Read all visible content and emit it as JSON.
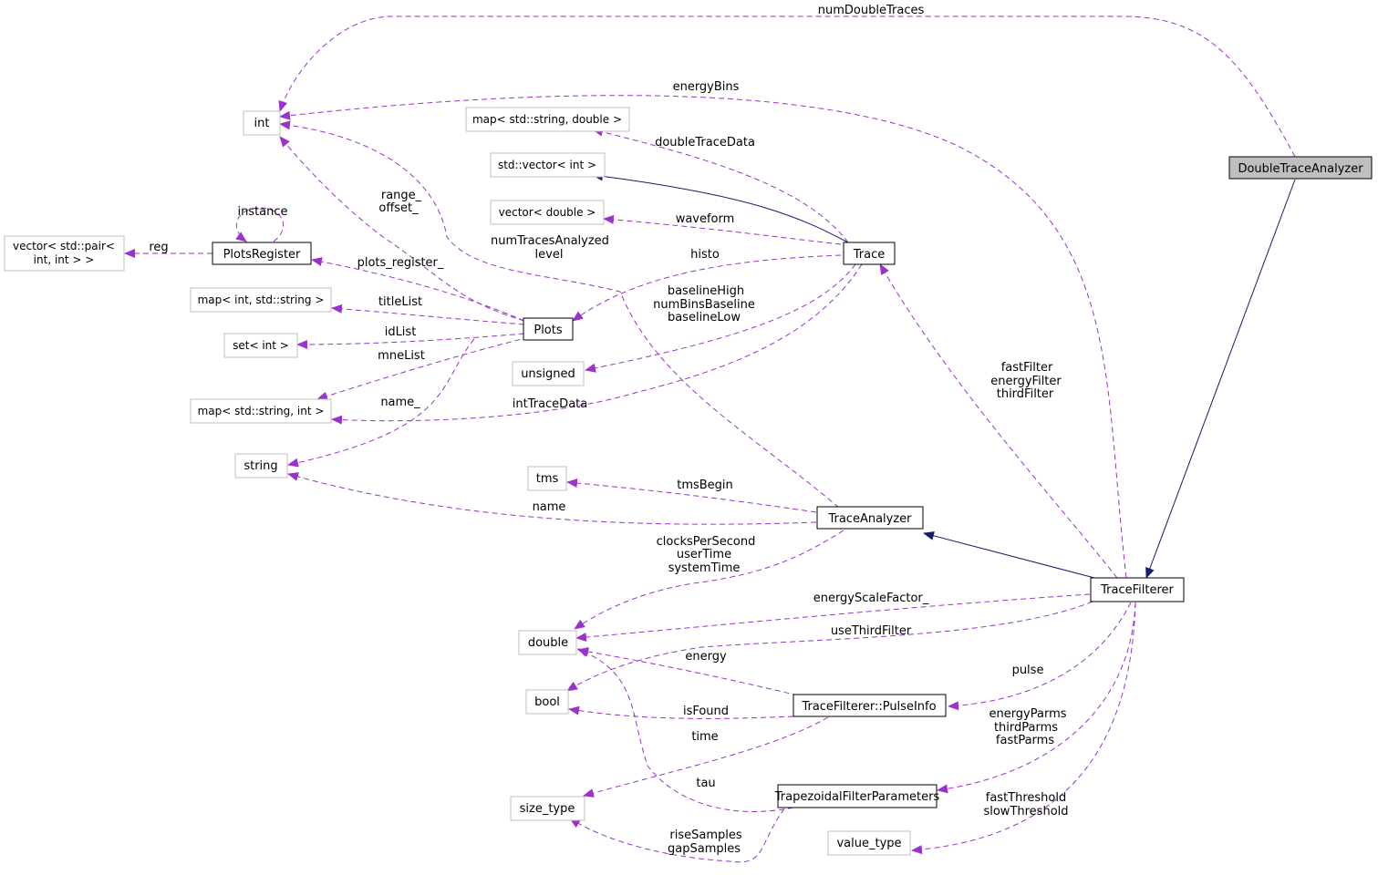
{
  "colors": {
    "inherit": "#191970",
    "usage": "#9a32cd",
    "node_border": "#000000",
    "node_gray_border": "#bfbfbf",
    "highlight_fill": "#bfbfbf",
    "text": "#000000"
  },
  "nodes": {
    "double_trace_analyzer": "DoubleTraceAnalyzer",
    "int": "int",
    "map_string_double": "map< std::string, double >",
    "std_vector_int": "std::vector< int >",
    "vector_double": "vector< double >",
    "vector_pair_l1": "vector< std::pair<",
    "vector_pair_l2": "int, int > >",
    "plots_register": "PlotsRegister",
    "trace": "Trace",
    "map_int_string": "map< int, std::string >",
    "plots": "Plots",
    "set_int": "set< int >",
    "unsigned": "unsigned",
    "map_string_int": "map< std::string, int >",
    "string": "string",
    "tms": "tms",
    "trace_analyzer": "TraceAnalyzer",
    "trace_filterer": "TraceFilterer",
    "double": "double",
    "bool": "bool",
    "pulse_info": "TraceFilterer::PulseInfo",
    "size_type": "size_type",
    "trapezoidal": "TrapezoidalFilterParameters",
    "value_type": "value_type"
  },
  "labels": {
    "num_double_traces": "numDoubleTraces",
    "energy_bins": "energyBins",
    "double_trace_data": "doubleTraceData",
    "instance": "instance",
    "range": "range_",
    "offset": "offset_",
    "reg": "reg",
    "waveform": "waveform",
    "num_traces_analyzed": "numTracesAnalyzed",
    "level": "level",
    "plots_register_": "plots_register_",
    "histo": "histo",
    "title_list": "titleList",
    "baseline_high": "baselineHigh",
    "num_bins_baseline": "numBinsBaseline",
    "baseline_low": "baselineLow",
    "id_list": "idList",
    "mne_list": "mneList",
    "fast_filter": "fastFilter",
    "energy_filter": "energyFilter",
    "third_filter": "thirdFilter",
    "name_": "name_",
    "int_trace_data": "intTraceData",
    "tms_begin": "tmsBegin",
    "name": "name",
    "clocks_per_second": "clocksPerSecond",
    "user_time": "userTime",
    "system_time": "systemTime",
    "energy_scale_factor": "energyScaleFactor_",
    "use_third_filter": "useThirdFilter",
    "energy": "energy",
    "pulse": "pulse",
    "is_found": "isFound",
    "energy_parms": "energyParms",
    "third_parms": "thirdParms",
    "fast_parms": "fastParms",
    "time": "time",
    "tau": "tau",
    "fast_threshold": "fastThreshold",
    "slow_threshold": "slowThreshold",
    "rise_samples": "riseSamples",
    "gap_samples": "gapSamples"
  }
}
